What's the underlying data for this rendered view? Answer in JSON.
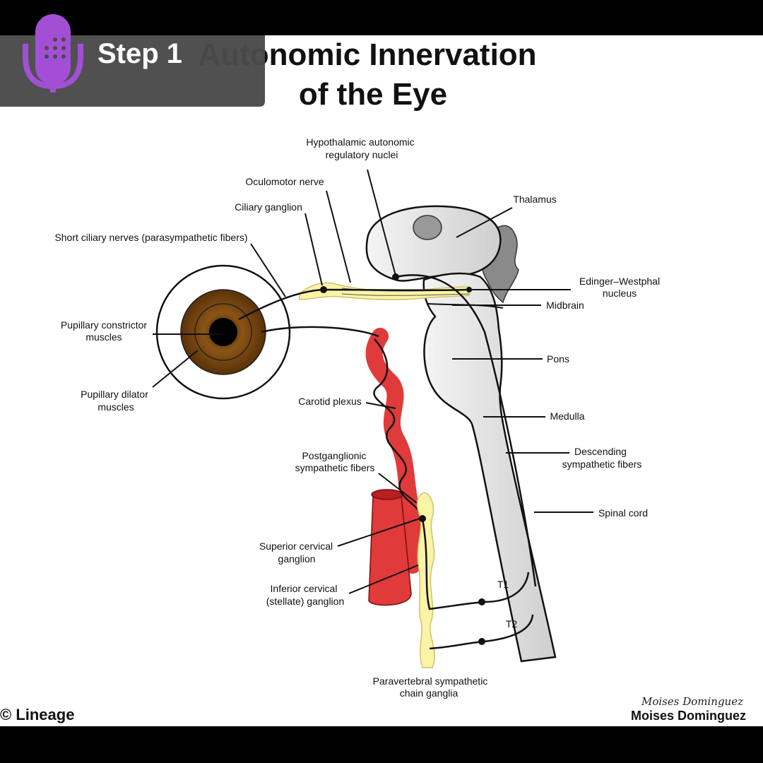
{
  "badge": {
    "label": "Step 1",
    "icon": "podcast-microphone-icon",
    "icon_color": "#a24fd6"
  },
  "title": {
    "line1": "Autonomic Innervation",
    "line2": "of the Eye"
  },
  "labels": {
    "hypothalamic_1": "Hypothalamic autonomic",
    "hypothalamic_2": "regulatory nuclei",
    "oculomotor": "Oculomotor nerve",
    "thalamus": "Thalamus",
    "ciliary_ganglion": "Ciliary ganglion",
    "short_ciliary": "Short ciliary nerves (parasympathetic fibers)",
    "edinger_1": "Edinger–Westphal",
    "edinger_2": "nucleus",
    "midbrain": "Midbrain",
    "pupillary_constrictor_1": "Pupillary constrictor",
    "pupillary_constrictor_2": "muscles",
    "pons": "Pons",
    "pupillary_dilator_1": "Pupillary dilator",
    "pupillary_dilator_2": "muscles",
    "carotid_plexus": "Carotid plexus",
    "medulla": "Medulla",
    "descending_1": "Descending",
    "descending_2": "sympathetic fibers",
    "postganglionic_1": "Postganglionic",
    "postganglionic_2": "sympathetic fibers",
    "spinal_cord": "Spinal cord",
    "superior_cervical_1": "Superior cervical",
    "superior_cervical_2": "ganglion",
    "inferior_cervical_1": "Inferior cervical",
    "inferior_cervical_2": "(stellate) ganglion",
    "t1": "T1",
    "t2": "T2",
    "paravertebral_1": "Paravertebral sympathetic",
    "paravertebral_2": "chain ganglia"
  },
  "footer": {
    "copyright": "© Lineage",
    "author": "Moises Dominguez",
    "signature": "Moises Dominguez"
  },
  "colors": {
    "artery": "#e03a3a",
    "ganglion": "#fbf3a6",
    "brain": "#e6e6e6",
    "iris": "#7a4710",
    "badge_bg": "#4a4a4a"
  }
}
